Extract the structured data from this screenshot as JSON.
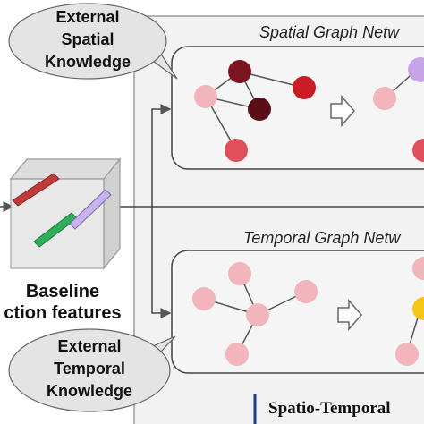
{
  "labels": {
    "external_spatial": [
      "External",
      "Spatial",
      "Knowledge"
    ],
    "external_temporal": [
      "External",
      "Temporal",
      "Knowledge"
    ],
    "spatial_graph": "Spatial Graph Netw",
    "temporal_graph": "Temporal Graph Netw",
    "baseline": [
      "Baseline",
      "ction features"
    ],
    "st_box": "Spatio-Temporal"
  },
  "colors": {
    "node_pink": "#f2b5bc",
    "node_red": "#c81d25",
    "node_dark": "#7a1420",
    "node_mid_red": "#e0505c",
    "node_purple": "#c7a3e8",
    "node_orange": "#f5a623",
    "node_yellow": "#f5c518",
    "bar_red": "#c0393b",
    "bar_green": "#2fae5a",
    "bar_purple": "#c8b3ef",
    "panel_bg": "#f2f2f2",
    "st_accent": "#1f3b8a"
  },
  "icons": {
    "arrow_hollow": "hollow-right-arrow-icon",
    "cube": "feature-cube-icon"
  }
}
